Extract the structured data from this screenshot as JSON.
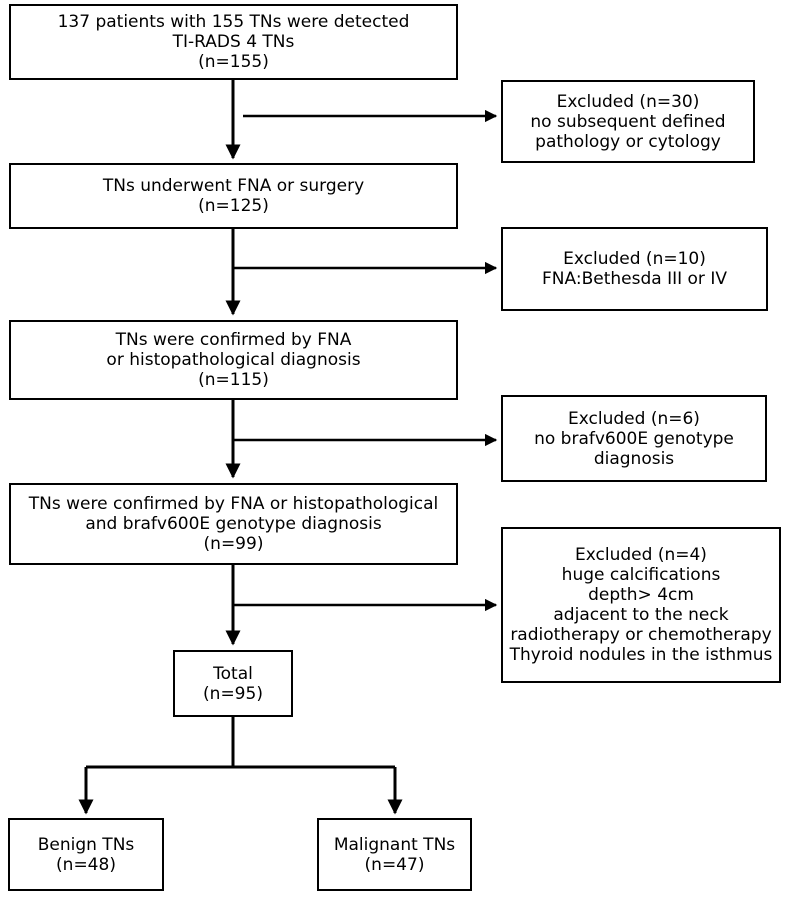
{
  "boxes": {
    "detected": [
      "137 patients with 155 TNs were detected",
      "TI-RADS 4 TNs",
      "(n=155)"
    ],
    "excluded_1": [
      "Excluded (n=30)",
      "no subsequent defined",
      "pathology or cytology"
    ],
    "fna_surgery": [
      "TNs underwent FNA or surgery",
      "(n=125)"
    ],
    "excluded_2": [
      "Excluded (n=10)",
      "FNA:Bethesda III or IV"
    ],
    "confirmed": [
      "TNs were confirmed by FNA",
      "or histopathological diagnosis",
      "(n=115)"
    ],
    "excluded_3": [
      "Excluded (n=6)",
      "no brafv600E genotype",
      "diagnosis"
    ],
    "confirmed_braf": [
      "TNs were confirmed by FNA or histopathological",
      "and brafv600E genotype diagnosis",
      "(n=99)"
    ],
    "excluded_4": [
      "Excluded (n=4)",
      "huge calcifications",
      "depth> 4cm",
      "adjacent to the neck",
      "radiotherapy or chemotherapy",
      "Thyroid nodules in the isthmus"
    ],
    "total": [
      "Total",
      "(n=95)"
    ],
    "benign": [
      "Benign TNs",
      "(n=48)"
    ],
    "malignant": [
      "Malignant TNs",
      "(n=47)"
    ]
  },
  "colors": {
    "line": "#000000",
    "border": "#000000",
    "text": "#000000"
  }
}
